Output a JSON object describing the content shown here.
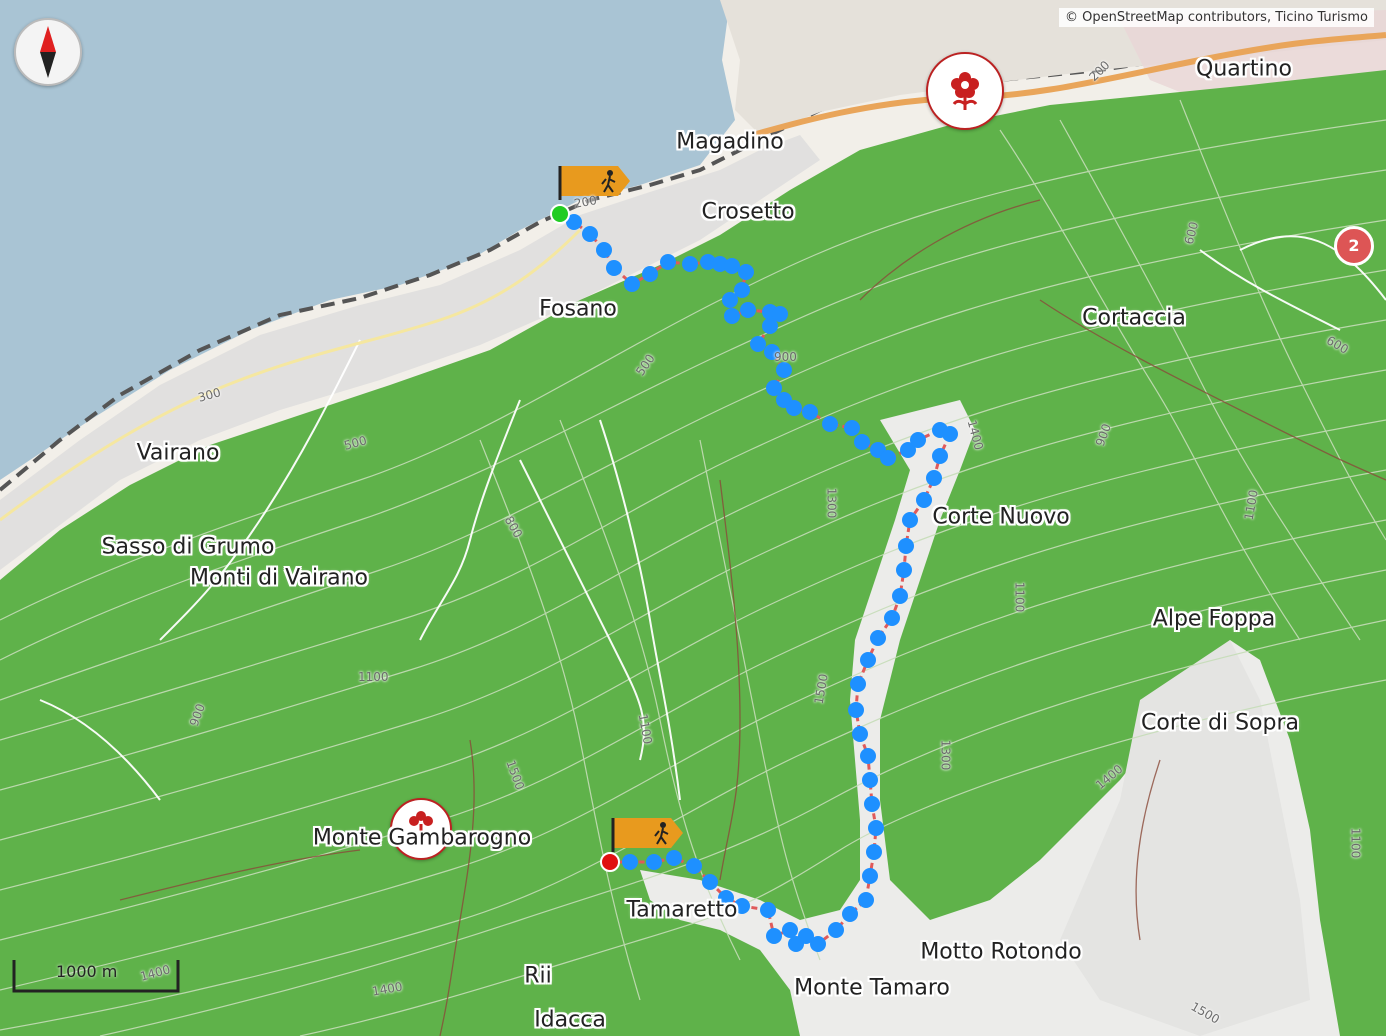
{
  "attribution": "© OpenStreetMap contributors, Ticino Turismo",
  "scale": {
    "label": "1000 m"
  },
  "places": [
    {
      "key": "quartino",
      "name": "Quartino"
    },
    {
      "key": "magadino",
      "name": "Magadino"
    },
    {
      "key": "crosetto",
      "name": "Crosetto"
    },
    {
      "key": "fosano",
      "name": "Fosano"
    },
    {
      "key": "cortaccia",
      "name": "Cortaccia"
    },
    {
      "key": "vairano",
      "name": "Vairano"
    },
    {
      "key": "sasso-di-grumo",
      "name": "Sasso di Grumo"
    },
    {
      "key": "monti-di-vairano",
      "name": "Monti di Vairano"
    },
    {
      "key": "corte-nuovo",
      "name": "Corte Nuovo"
    },
    {
      "key": "alpe-foppa",
      "name": "Alpe Foppa"
    },
    {
      "key": "corte-di-sopra",
      "name": "Corte di Sopra"
    },
    {
      "key": "monte-gambarogno",
      "name": "Monte Gambarogno"
    },
    {
      "key": "tamaretto",
      "name": "Tamaretto"
    },
    {
      "key": "motto-rotondo",
      "name": "Motto Rotondo"
    },
    {
      "key": "monte-tamaro",
      "name": "Monte Tamaro"
    },
    {
      "key": "rii",
      "name": "Rii"
    },
    {
      "key": "idacca",
      "name": "Idacca"
    }
  ],
  "contour_labels": [
    "200",
    "200",
    "300",
    "500",
    "500",
    "600",
    "600",
    "800",
    "900",
    "900",
    "900",
    "900",
    "1100",
    "1100",
    "1100",
    "1100",
    "1100",
    "1300",
    "1300",
    "1400",
    "1400",
    "1400",
    "1400",
    "1500",
    "1500",
    "1500",
    "1500"
  ],
  "markers": {
    "start": {
      "icon": "hiker-icon",
      "color": "#22cc22"
    },
    "end": {
      "icon": "hiker-icon",
      "color": "#e01010"
    },
    "badge_number": "2"
  },
  "colors": {
    "lake": "#a9c4d4",
    "forest": "#5fb24a",
    "route": "#1e90ff",
    "flag": "#e89a1e",
    "urban": "#dcdcdc"
  }
}
